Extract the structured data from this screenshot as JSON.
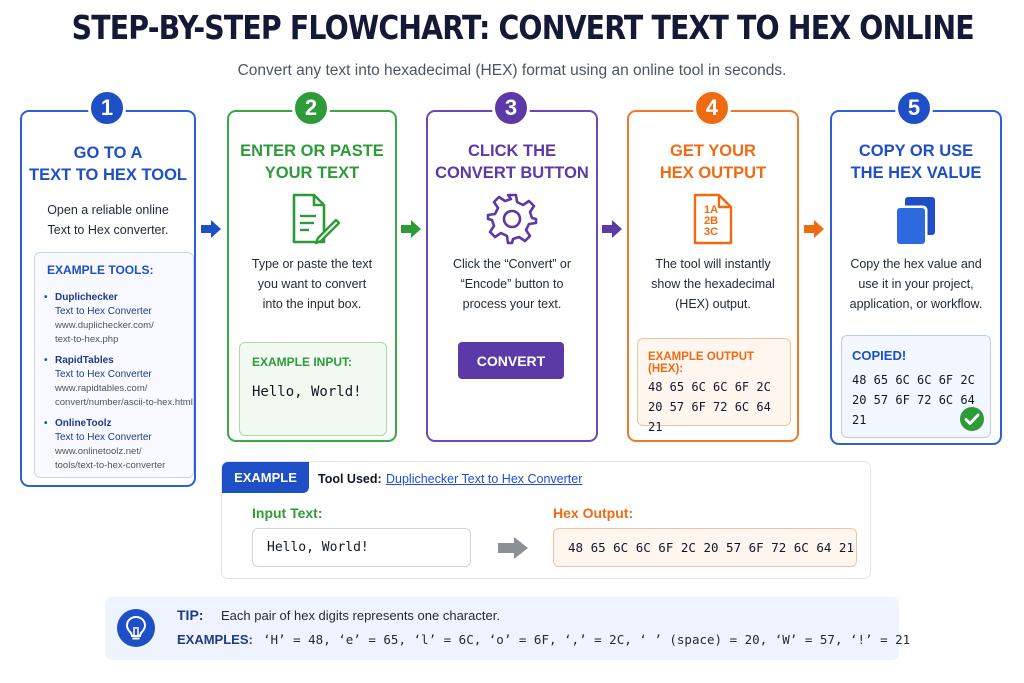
{
  "header": {
    "title": "STEP-BY-STEP FLOWCHART: CONVERT TEXT TO HEX ONLINE",
    "subtitle": "Convert any text into hexadecimal (HEX) format using an online tool in seconds."
  },
  "colors": {
    "step1": "#1e4fc7",
    "step2": "#2e9b39",
    "step3": "#5b3aa8",
    "step4": "#ef6b12",
    "step5": "#1e4fc7"
  },
  "steps": [
    {
      "number": "1",
      "title_line1": "GO TO A",
      "title_line2": "TEXT TO HEX TOOL",
      "desc_line1": "Open a reliable online",
      "desc_line2": "Text to Hex converter.",
      "example_heading": "EXAMPLE TOOLS:",
      "tools": [
        {
          "name": "Duplichecker",
          "sub": "Text to Hex Converter",
          "url1": "www.duplichecker.com/",
          "url2": "text-to-hex.php"
        },
        {
          "name": "RapidTables",
          "sub": "Text to Hex Converter",
          "url1": "www.rapidtables.com/",
          "url2": "convert/number/ascii-to-hex.html"
        },
        {
          "name": "OnlineToolz",
          "sub": "Text to Hex Converter",
          "url1": "www.onlinetoolz.net/",
          "url2": "tools/text-to-hex-converter"
        }
      ]
    },
    {
      "number": "2",
      "title_line1": "ENTER OR PASTE",
      "title_line2": "YOUR TEXT",
      "icon": "document-pencil-icon",
      "desc_line1": "Type or paste the text",
      "desc_line2": "you want to convert",
      "desc_line3": "into the input box.",
      "example_label": "EXAMPLE INPUT:",
      "example_value": "Hello, World!"
    },
    {
      "number": "3",
      "title_line1": "CLICK THE",
      "title_line2": "CONVERT BUTTON",
      "icon": "gear-icon",
      "desc_line1": "Click the “Convert” or",
      "desc_line2": "“Encode” button to",
      "desc_line3": "process your text.",
      "button_label": "CONVERT"
    },
    {
      "number": "4",
      "title_line1": "GET YOUR",
      "title_line2": "HEX OUTPUT",
      "icon": "hex-file-icon",
      "icon_lines": [
        "1A",
        "2B",
        "3C"
      ],
      "desc_line1": "The tool will instantly",
      "desc_line2": "show the hexadecimal",
      "desc_line3": "(HEX) output.",
      "example_label": "EXAMPLE OUTPUT (HEX):",
      "hex_line1": "48 65 6C 6C 6F 2C",
      "hex_line2": "20 57 6F 72 6C 64 21"
    },
    {
      "number": "5",
      "title_line1": "COPY OR USE",
      "title_line2": "THE HEX VALUE",
      "icon": "copy-icon",
      "desc_line1": "Copy the hex value and",
      "desc_line2": "use it in your project,",
      "desc_line3": "application, or workflow.",
      "copied_label": "COPIED!",
      "hex_line1": "48 65 6C 6C 6F 2C",
      "hex_line2": "20 57 6F 72 6C 64 21"
    }
  ],
  "example": {
    "tag": "EXAMPLE",
    "tool_used_label": "Tool Used:",
    "tool_used_link": "Duplichecker Text to Hex Converter",
    "input_label": "Input Text:",
    "input_value": "Hello, World!",
    "output_label": "Hex Output:",
    "output_value": "48 65 6C 6C 6F 2C 20 57 6F 72 6C 64 21"
  },
  "tip": {
    "label": "TIP:",
    "text": "Each pair of hex digits represents one character.",
    "examples_label": "EXAMPLES:",
    "examples_values": "‘H’ = 48,  ‘e’ = 65,  ‘l’ = 6C,  ‘o’ = 6F,  ‘,’ = 2C,  ‘ ’ (space) = 20,  ‘W’ = 57,  ‘!’ = 21"
  }
}
